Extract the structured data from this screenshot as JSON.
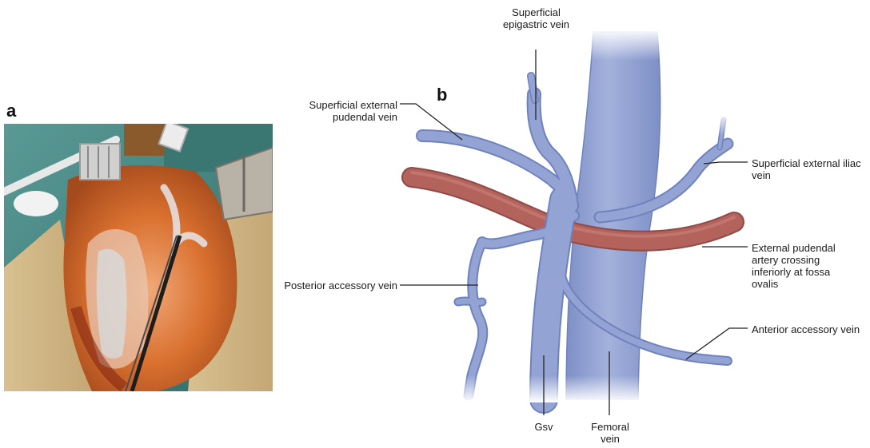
{
  "panels": {
    "a": {
      "letter": "a"
    },
    "b": {
      "letter": "b"
    }
  },
  "labels": {
    "superficial_epigastric": "Superficial epigastric vein",
    "superficial_external_pudendal": "Superficial external pudendal vein",
    "superficial_external_iliac": "Superficial external iliac vein",
    "external_pudendal_artery": "External pudendal artery crossing inferiorly at fossa ovalis",
    "posterior_accessory": "Posterior accessory vein",
    "anterior_accessory": "Anterior accessory vein",
    "gsv": "Gsv",
    "femoral_vein": "Femoral vein"
  },
  "colors": {
    "vein_fill": "#8e9fd0",
    "vein_stroke": "#6f82bd",
    "artery_fill": "#b3625c",
    "artery_stroke": "#8f4a45",
    "leader": "#222222"
  }
}
